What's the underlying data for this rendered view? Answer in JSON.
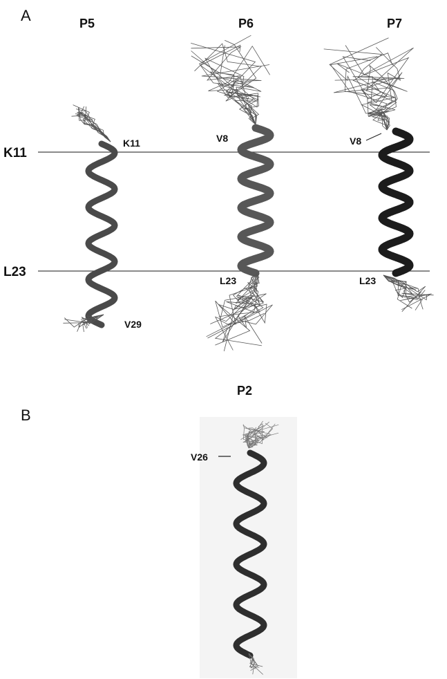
{
  "panels": {
    "a": {
      "letter": "A",
      "structures": [
        {
          "title": "P5",
          "start_label": "K11",
          "end_label": "V29"
        },
        {
          "title": "P6",
          "start_label": "V8",
          "end_label": "L23"
        },
        {
          "title": "P7",
          "start_label": "V8",
          "end_label": "L23"
        }
      ],
      "reference_lines": [
        "K11",
        "L23"
      ]
    },
    "b": {
      "letter": "B",
      "structures": [
        {
          "title": "P2",
          "start_label": "V26"
        }
      ]
    }
  },
  "colors": {
    "helix_p5": "#4a4a4a",
    "helix_p6": "#575757",
    "helix_p7": "#1c1c1c",
    "helix_p2": "#2e2e2e",
    "line_wire": "#555555",
    "reference_line": "#444444",
    "panel_b_background": "#f4f4f4"
  }
}
